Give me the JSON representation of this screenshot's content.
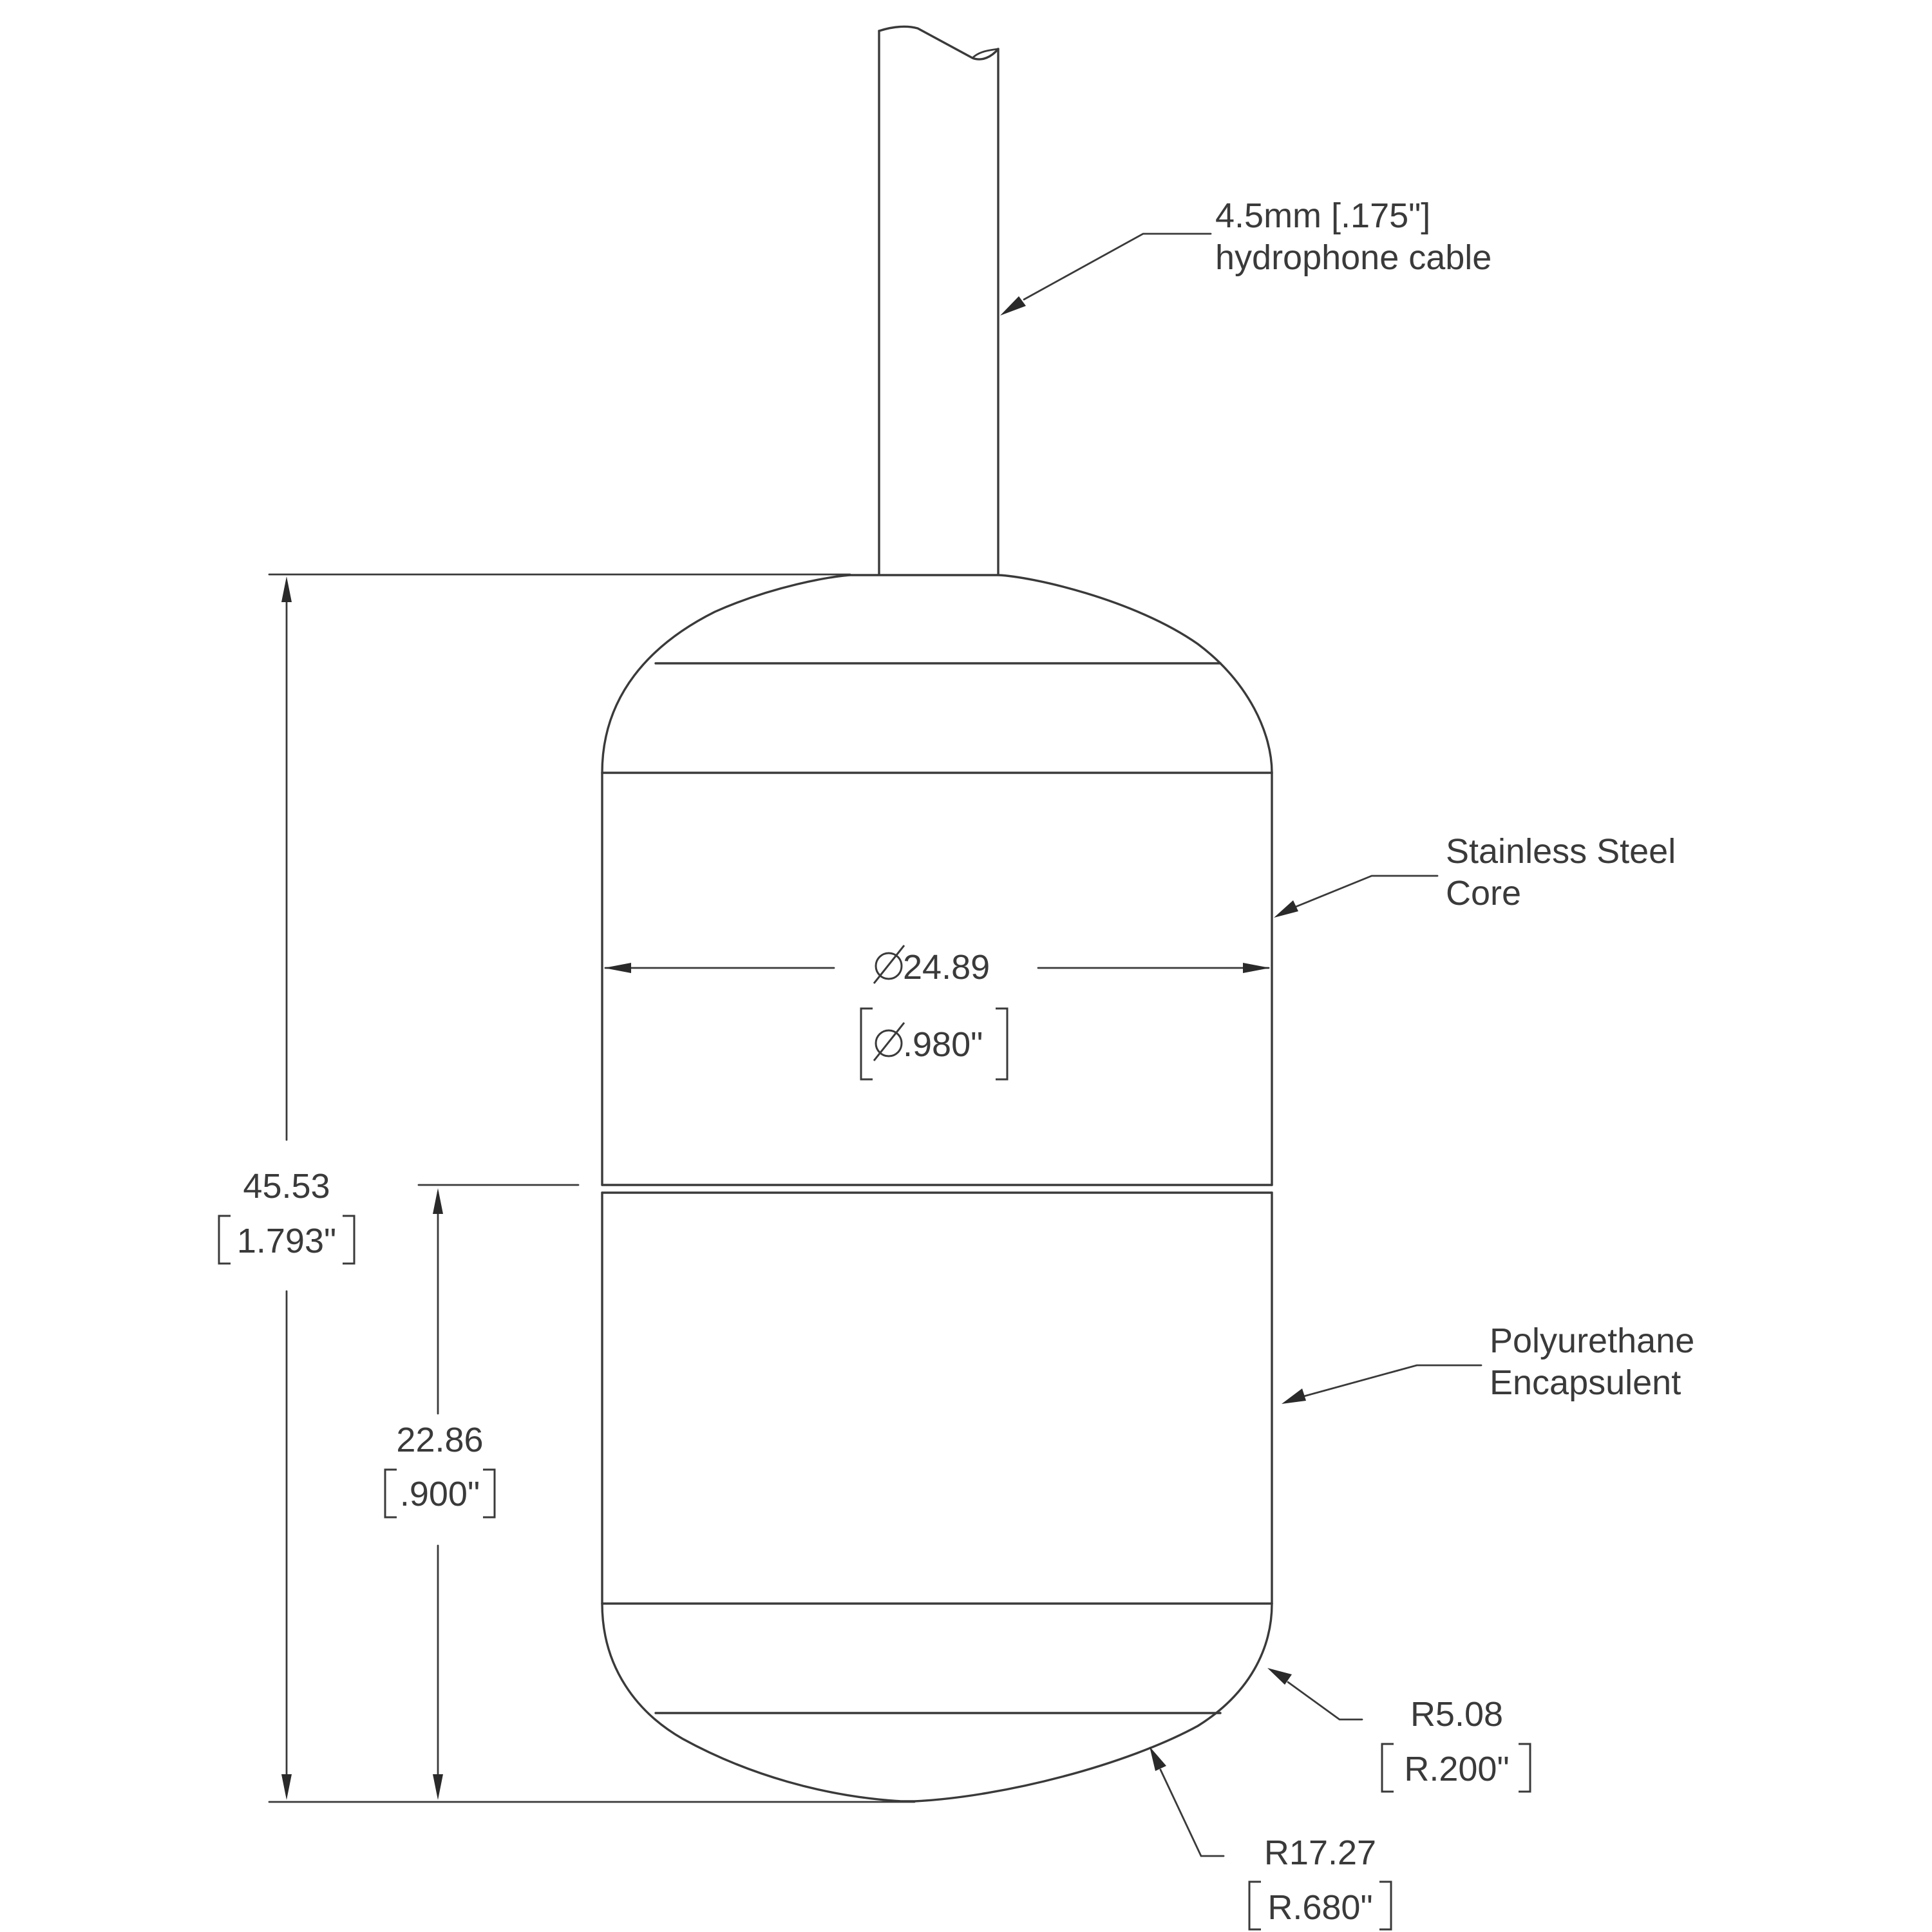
{
  "callouts": {
    "cable": {
      "line1": "4.5mm [.175\"]",
      "line2": "hydrophone cable"
    },
    "core": {
      "line1": "Stainless Steel",
      "line2": "Core"
    },
    "encapsulent": {
      "line1": "Polyurethane",
      "line2": "Encapsulent"
    }
  },
  "dimensions": {
    "overall_height": {
      "metric": "45.53",
      "imperial": "1.793\""
    },
    "lower_height": {
      "metric": "22.86",
      "imperial": ".900\""
    },
    "diameter": {
      "metric": "24.89",
      "imperial": ".980\""
    },
    "small_radius": {
      "metric": "R5.08",
      "imperial": "R.200\""
    },
    "large_radius": {
      "metric": "R17.27",
      "imperial": "R.680\""
    }
  }
}
